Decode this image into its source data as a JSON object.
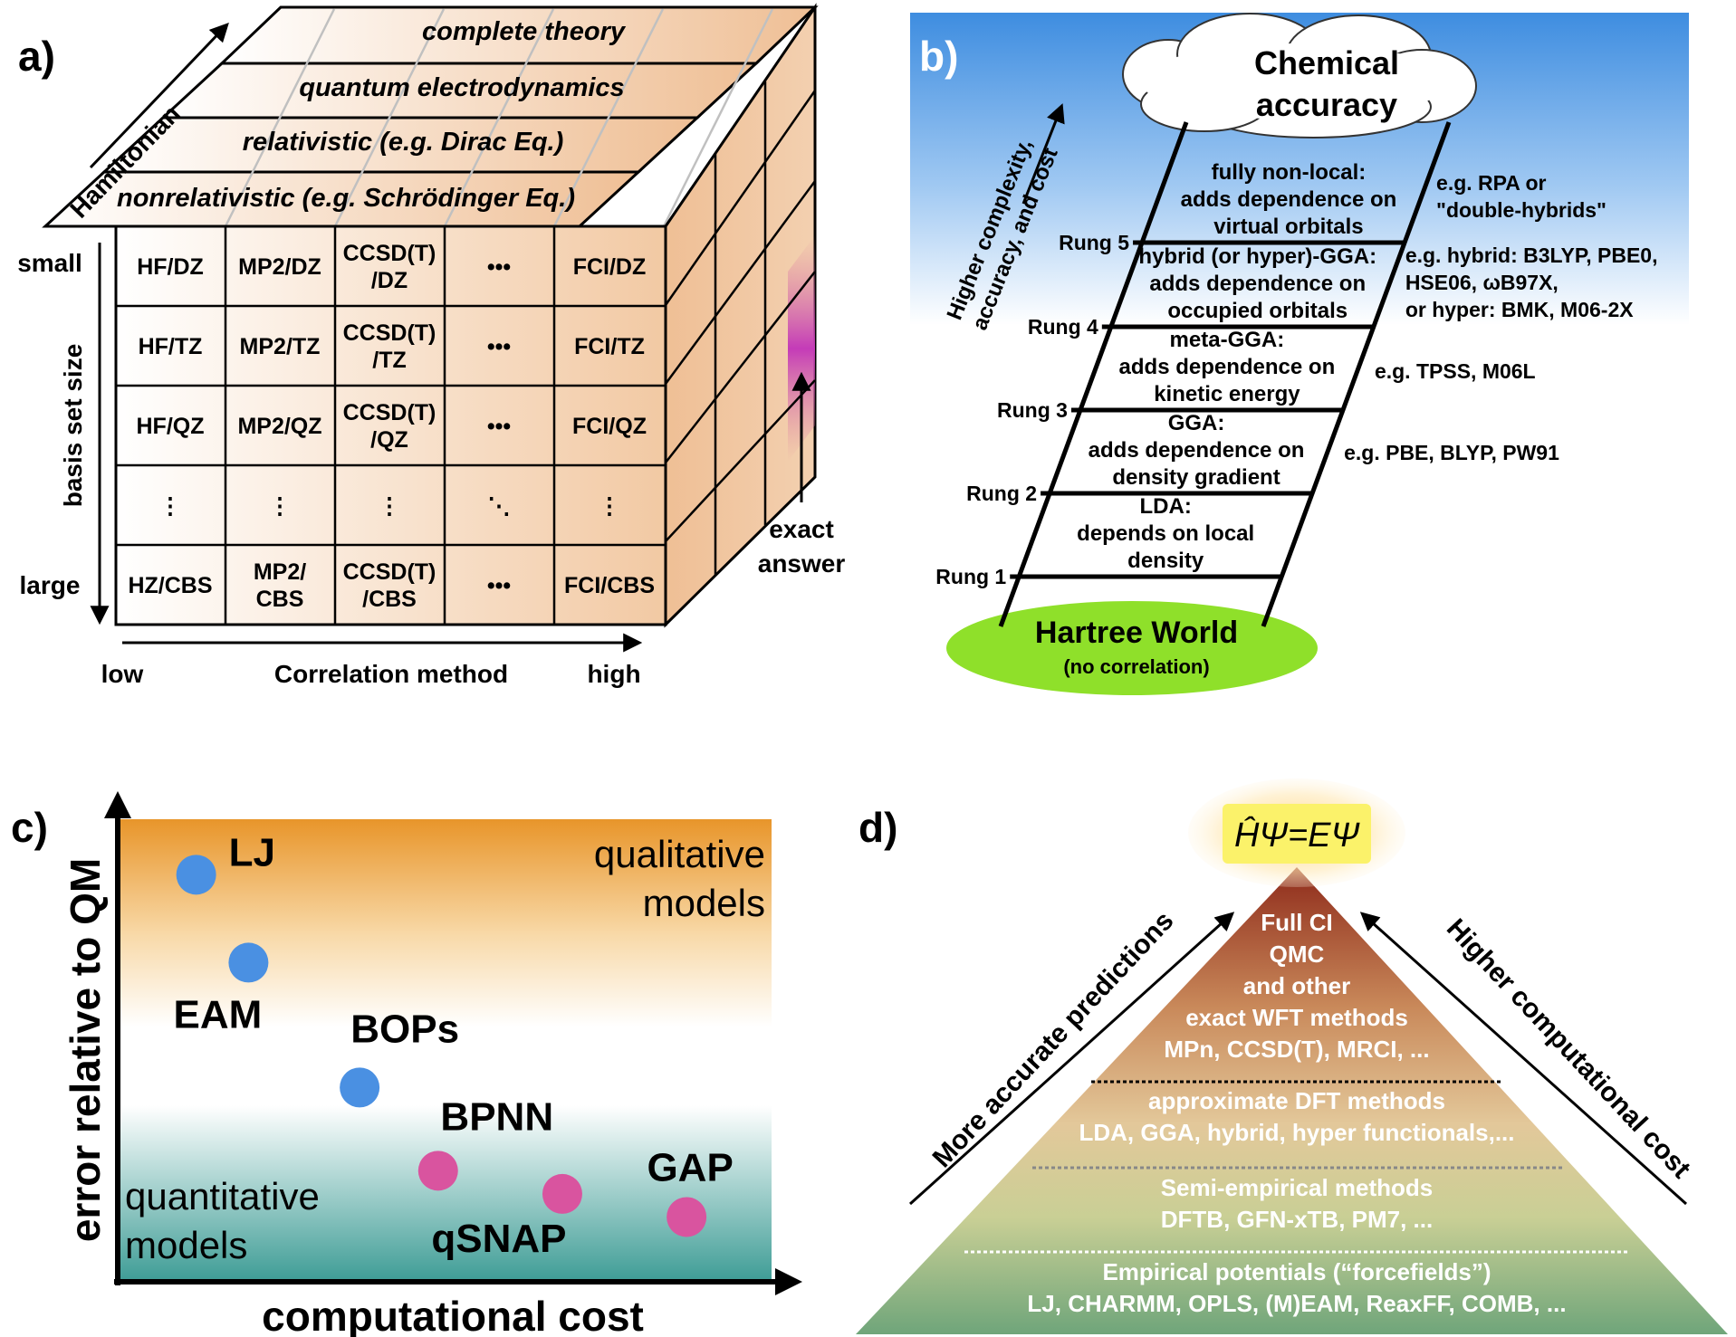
{
  "panel_a": {
    "letter": "a)",
    "hamiltonian_label": "Hamiltonian",
    "layers": [
      "complete theory",
      "quantum electrodynamics",
      "relativistic (e.g. Dirac Eq.)",
      "nonrelativistic (e.g. Schrödinger Eq.)"
    ],
    "grid_rows": [
      [
        "HF/DZ",
        "MP2/DZ",
        "CCSD(T)|/DZ",
        "•••",
        "FCI/DZ"
      ],
      [
        "HF/TZ",
        "MP2/TZ",
        "CCSD(T)|/TZ",
        "•••",
        "FCI/TZ"
      ],
      [
        "HF/QZ",
        "MP2/QZ",
        "CCSD(T)|/QZ",
        "•••",
        "FCI/QZ"
      ],
      [
        "⋮",
        "⋮",
        "⋮",
        "⋱",
        "⋮"
      ],
      [
        "HZ/CBS",
        "MP2/|CBS",
        "CCSD(T)|/CBS",
        "•••",
        "FCI/CBS"
      ]
    ],
    "basis_label": "basis set size",
    "basis_small": "small",
    "basis_large": "large",
    "correlation_label": "Correlation method",
    "correlation_low": "low",
    "correlation_high": "high",
    "exact_answer": [
      "exact",
      "answer"
    ]
  },
  "panel_b": {
    "letter": "b)",
    "cloud_text": [
      "Chemical",
      "accuracy"
    ],
    "axis_label": [
      "Higher complexity,",
      "accuracy, and cost"
    ],
    "base_title": "Hartree World",
    "base_sub": "(no correlation)",
    "rungs": [
      {
        "label": "Rung 1",
        "text": [
          "LDA:",
          "depends on local",
          "density"
        ],
        "example": []
      },
      {
        "label": "Rung 2",
        "text": [
          "GGA:",
          "adds dependence on",
          "density gradient"
        ],
        "example": [
          "e.g. PBE, BLYP, PW91"
        ]
      },
      {
        "label": "Rung 3",
        "text": [
          "meta-GGA:",
          "adds dependence on",
          "kinetic energy"
        ],
        "example": [
          "e.g. TPSS, M06L"
        ]
      },
      {
        "label": "Rung 4",
        "text": [
          "hybrid (or hyper)-GGA:",
          "adds dependence on",
          "occupied orbitals"
        ],
        "example": [
          "e.g. hybrid: B3LYP, PBE0,",
          "HSE06, ωB97X,",
          "or hyper: BMK, M06-2X"
        ]
      },
      {
        "label": "Rung 5",
        "text": [
          "fully non-local:",
          "adds dependence on",
          "virtual orbitals"
        ],
        "example": [
          "e.g. RPA or",
          "\"double-hybrids\""
        ]
      }
    ]
  },
  "panel_c": {
    "letter": "c)",
    "xlabel": "computational cost",
    "ylabel": "error relative to QM",
    "qualitative": [
      "qualitative",
      "models"
    ],
    "quantitative": [
      "quantitative",
      "models"
    ],
    "colors": {
      "blue": "#4a90e2",
      "pink": "#d9549f",
      "orange": "#e89a2a",
      "teal": "#3a9a94"
    },
    "points": [
      {
        "name": "LJ",
        "x": 0.12,
        "y": 0.88,
        "group": "blue"
      },
      {
        "name": "EAM",
        "x": 0.2,
        "y": 0.69,
        "group": "blue"
      },
      {
        "name": "BOPs",
        "x": 0.37,
        "y": 0.42,
        "group": "blue"
      },
      {
        "name": "BPNN",
        "x": 0.49,
        "y": 0.24,
        "group": "pink"
      },
      {
        "name": "qSNAP",
        "x": 0.68,
        "y": 0.19,
        "group": "pink"
      },
      {
        "name": "GAP",
        "x": 0.87,
        "y": 0.14,
        "group": "pink"
      }
    ]
  },
  "panel_d": {
    "letter": "d)",
    "equation": "ĤΨ=EΨ",
    "left_label": "More accurate predictions",
    "right_label": "Higher computational cost",
    "tiers": [
      {
        "lines": [
          "Full CI",
          "QMC",
          "and other",
          "exact WFT methods",
          "MPn, CCSD(T), MRCI, ..."
        ]
      },
      {
        "lines": [
          "approximate DFT methods",
          "LDA, GGA, hybrid, hyper functionals,..."
        ]
      },
      {
        "lines": [
          "Semi-empirical methods",
          "DFTB, GFN-xTB, PM7, ..."
        ]
      },
      {
        "lines": [
          "Empirical potentials (“forcefields”)",
          "LJ, CHARMM, OPLS, (M)EAM, ReaxFF, COMB, ..."
        ]
      }
    ]
  }
}
